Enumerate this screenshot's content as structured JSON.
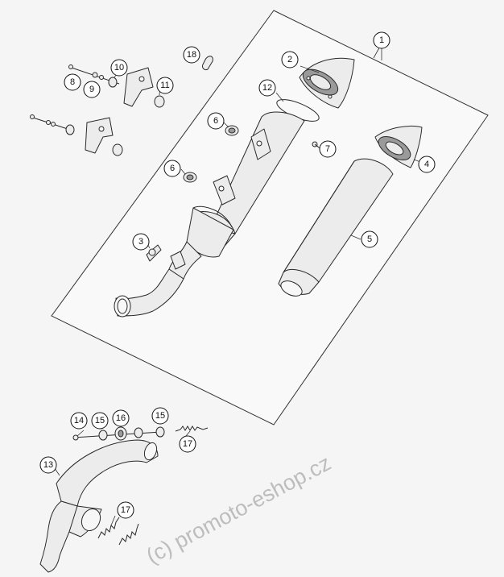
{
  "diagram": {
    "callouts": [
      {
        "id": "callout-1",
        "label": "1"
      },
      {
        "id": "callout-2",
        "label": "2"
      },
      {
        "id": "callout-3",
        "label": "3"
      },
      {
        "id": "callout-4",
        "label": "4"
      },
      {
        "id": "callout-5",
        "label": "5"
      },
      {
        "id": "callout-6a",
        "label": "6"
      },
      {
        "id": "callout-6b",
        "label": "6"
      },
      {
        "id": "callout-7",
        "label": "7"
      },
      {
        "id": "callout-8",
        "label": "8"
      },
      {
        "id": "callout-9",
        "label": "9"
      },
      {
        "id": "callout-10",
        "label": "10"
      },
      {
        "id": "callout-11",
        "label": "11"
      },
      {
        "id": "callout-12",
        "label": "12"
      },
      {
        "id": "callout-13",
        "label": "13"
      },
      {
        "id": "callout-14",
        "label": "14"
      },
      {
        "id": "callout-15a",
        "label": "15"
      },
      {
        "id": "callout-15b",
        "label": "15"
      },
      {
        "id": "callout-16",
        "label": "16"
      },
      {
        "id": "callout-17a",
        "label": "17"
      },
      {
        "id": "callout-17b",
        "label": "17"
      },
      {
        "id": "callout-18",
        "label": "18"
      }
    ],
    "watermark": "(c) promoto-eshop.cz"
  }
}
